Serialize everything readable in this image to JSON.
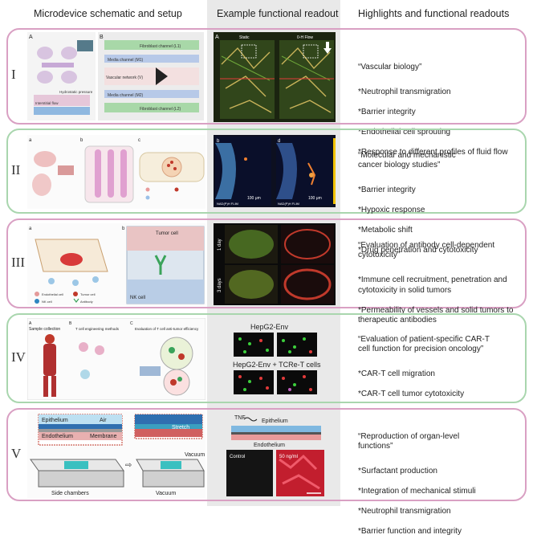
{
  "headers": {
    "col1": "Microdevice schematic and setup",
    "col2": "Example functional readout",
    "col3": "Highlights and functional readouts"
  },
  "rows": [
    {
      "numeral": "I",
      "quote": "“Vascular biology”",
      "items": [
        "*Neutrophil transmigration",
        "*Barrier integrity",
        "*Endothelial cell sprouting",
        "*Response to different profiles of fluid flow"
      ],
      "schematic_labels": [
        "A",
        "B",
        "Fibroblast channel (L1)",
        "Media channel (M1)",
        "Vascular network (V)",
        "Media channel (M2)",
        "Fibroblast channel (L2)",
        "Interstitial flow",
        "Hydrostatic pressure"
      ],
      "readout_labels": [
        "A",
        "Static",
        "0-H Flow"
      ]
    },
    {
      "numeral": "II",
      "quote": "“Molecular and mechanistic\n cancer biology studies”",
      "items": [
        "*Barrier integrity",
        "*Hypoxic response",
        "*Metabolic shift",
        "*Drug penetration and cytotoxicity"
      ],
      "schematic_labels": [
        "a",
        "b",
        "c"
      ],
      "readout_labels": [
        "b",
        "d",
        "100 μm",
        "100 μm",
        "NAD(P)H FLIM",
        "NAD(P)H FLIM"
      ]
    },
    {
      "numeral": "III",
      "quote": "“Evaluation of antibody cell-dependent\ncytotoxicity”",
      "items": [
        "*Immune cell recruitment, penetration and\ncytotoxicity in solid tumors",
        "*Permeability of vessels and solid tumors to\ntherapeutic antibodies"
      ],
      "schematic_labels": [
        "a",
        "b",
        "Tumor cell",
        "NK cell",
        "Endothelial cell",
        "Tumor cell",
        "NK cell",
        "Antibody"
      ],
      "readout_labels": [
        "1 day",
        "3 days"
      ]
    },
    {
      "numeral": "IV",
      "quote": "“Evaluation of patient-specific CAR-T\ncell function for precision oncology”",
      "items": [
        "*CAR-T cell migration",
        "*CAR-T cell tumor cytotoxicity"
      ],
      "schematic_labels": [
        "A",
        "B",
        "C",
        "Sample collection",
        "T cell engineering methods",
        "Evaluation of T cell anti-tumor efficiency"
      ],
      "readout_labels": [
        "HepG2-Env",
        "HepG2-Env + TCRe-T cells"
      ]
    },
    {
      "numeral": "V",
      "quote": "“Reproduction of organ-level\nfunctions”",
      "items": [
        "*Surfactant production",
        "*Integration of mechanical stimuli",
        "*Neutrophil transmigration",
        "*Barrier function and integrity"
      ],
      "schematic_labels": [
        "Epithelium",
        "Air",
        "Endothelium",
        "Membrane",
        "Side chambers",
        "Stretch",
        "Vacuum",
        "Vacuum"
      ],
      "readout_labels": [
        "TNF",
        "Epithelium",
        "Endothelium",
        "Control",
        "50 ng/ml"
      ]
    }
  ],
  "colors": {
    "pink": "#d9a0c3",
    "green": "#a9d6ae",
    "panel_bg": "#e9e9e9"
  }
}
